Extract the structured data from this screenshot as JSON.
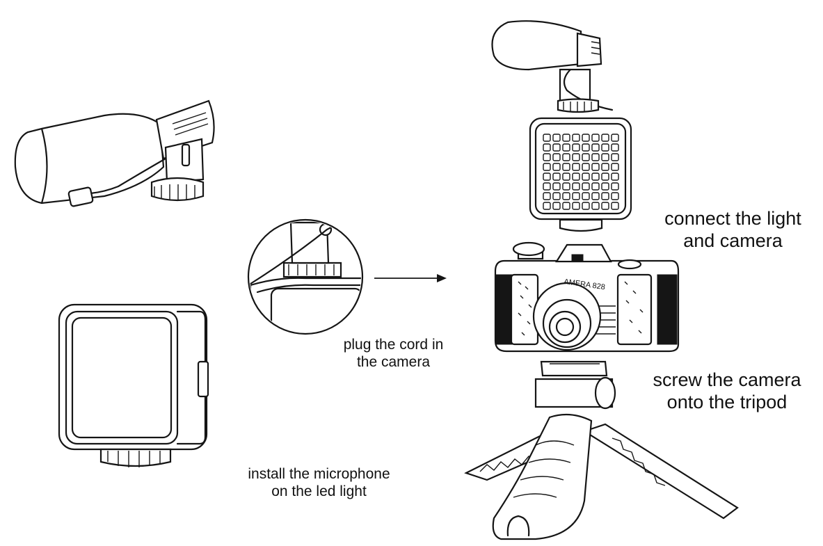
{
  "labels": {
    "plug_cord": "plug the cord in\nthe camera",
    "install_mic": "install the microphone\non the led light",
    "connect_light": "connect the light\nand camera",
    "screw_camera": "screw the camera\nonto the tripod"
  },
  "camera_text": "AMERA 828"
}
